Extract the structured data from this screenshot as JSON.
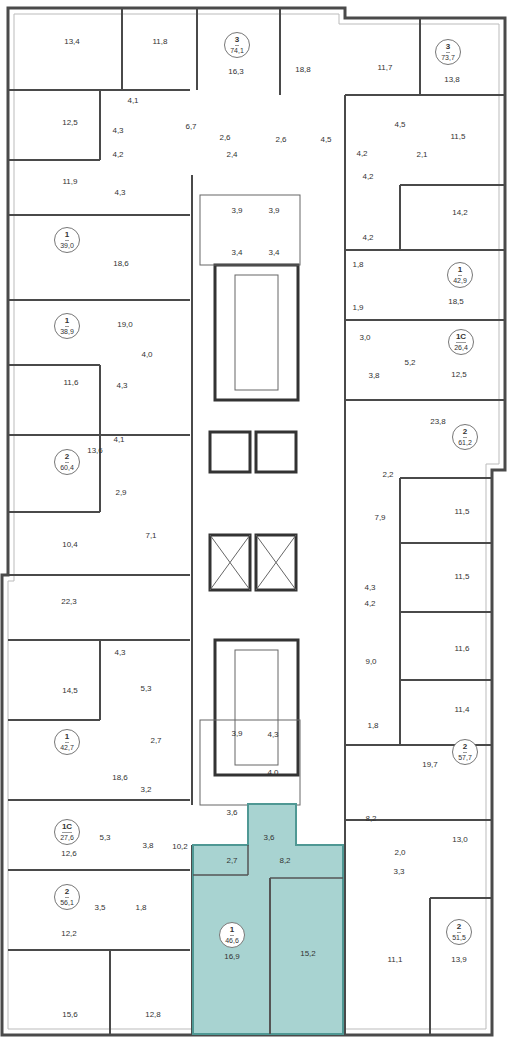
{
  "diagram": {
    "nodes": [
      {
        "text": [
          "3",
          "74,1"
        ]
      },
      {
        "text": [
          "3",
          "73,7"
        ]
      },
      {
        "text": [
          "1",
          "39,0"
        ]
      },
      {
        "text": [
          "1",
          "42,9"
        ]
      },
      {
        "text": [
          "1",
          "38,9"
        ]
      },
      {
        "text": [
          "1С",
          "26,4"
        ]
      },
      {
        "text": [
          "2",
          "61,2"
        ]
      },
      {
        "text": [
          "2",
          "60,4"
        ]
      },
      {
        "text": [
          "1",
          "42,7"
        ]
      },
      {
        "text": [
          "2",
          "57,7"
        ]
      },
      {
        "text": [
          "3,6",
          "2,7",
          "8,2",
          "16,9",
          "15,2"
        ]
      },
      {
        "text": [
          "1",
          "46,6"
        ],
        "in": 10
      },
      {
        "text": [
          "1С",
          "27,6"
        ]
      },
      {
        "text": [
          "2",
          "56,1"
        ]
      },
      {
        "text": [
          "2",
          "51,5"
        ]
      }
    ],
    "labels": [
      "13,4",
      "11,8",
      "16,3",
      "18,8",
      "11,7",
      "13,8",
      "4,1",
      "12,5",
      "4,5",
      "4,3",
      "6,7",
      "2,6",
      "2,6",
      "4,5",
      "11,5",
      "4,2",
      "2,4",
      "4,2",
      "2,1",
      "11,9",
      "4,2",
      "4,3",
      "3,9",
      "3,9",
      "14,2",
      "4,2",
      "3,4",
      "3,4",
      "18,6",
      "1,8",
      "18,5",
      "1,9",
      "19,0",
      "3,0",
      "4,0",
      "5,2",
      "3,8",
      "12,5",
      "11,6",
      "4,3",
      "23,8",
      "4,1",
      "13,6",
      "2,2",
      "2,9",
      "11,5",
      "7,9",
      "7,1",
      "10,4",
      "11,5",
      "4,3",
      "22,3",
      "4,2",
      "11,6",
      "4,3",
      "9,0",
      "5,3",
      "14,5",
      "11,4",
      "1,8",
      "3,9",
      "4,3",
      "2,7",
      "19,7",
      "4,0",
      "18,6",
      "3,2",
      "3,6",
      "8,2",
      "5,3",
      "13,0",
      "3,8",
      "10,2",
      "2,0",
      "12,6",
      "3,3",
      "3,5",
      "1,8",
      "12,2",
      "13,9",
      "11,1",
      "15,6",
      "12,8"
    ]
  }
}
